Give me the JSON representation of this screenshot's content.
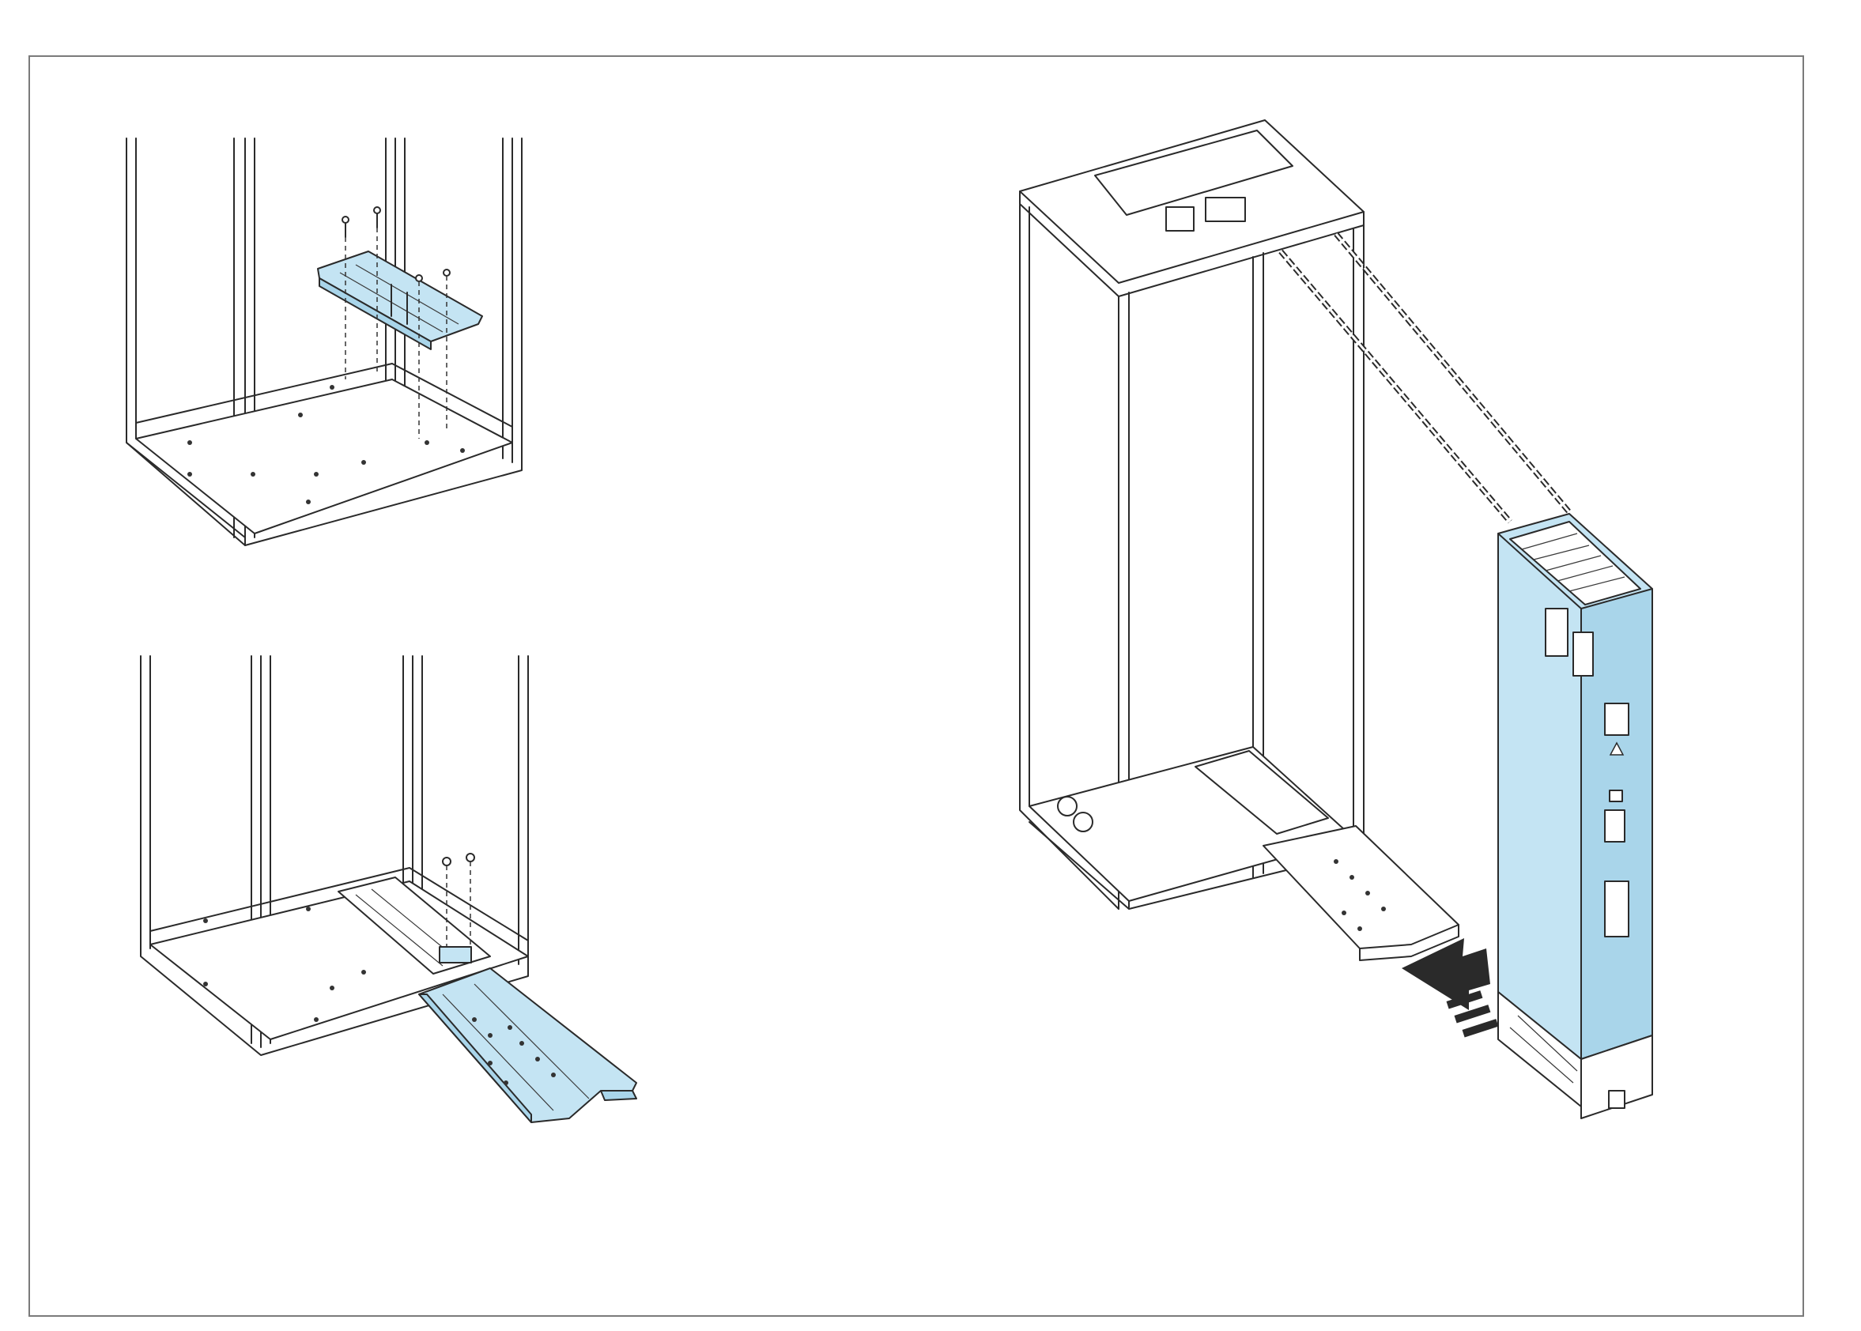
{
  "figure": {
    "colors": {
      "highlight": "#c4e4f3",
      "line": "#2a2a2a",
      "frame": "#7a7a7a",
      "background": "#ffffff"
    },
    "panels": [
      "step-1-mount-rail",
      "step-2-attach-ramp",
      "step-3-insert-module"
    ],
    "icons": [
      "warning-triangle-icon",
      "push-arrow-icon",
      "lifting-chain-icon"
    ]
  }
}
